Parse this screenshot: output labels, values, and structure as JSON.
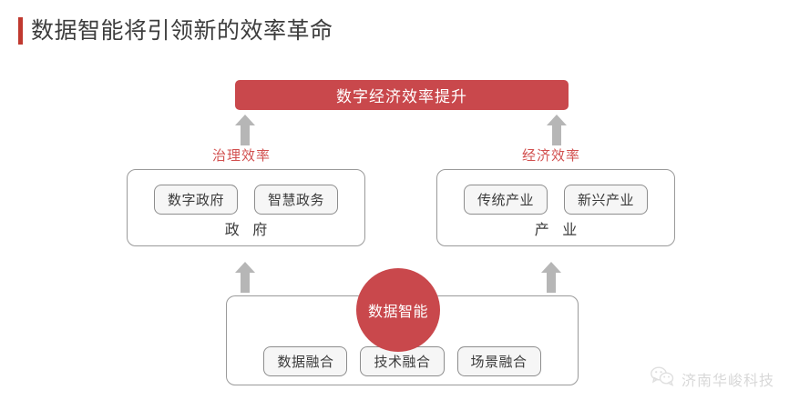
{
  "page": {
    "title": "数据智能将引领新的效率革命",
    "accent_color": "#c0392f"
  },
  "diagram": {
    "type": "hierarchy-flow",
    "banner": {
      "label": "数字经济效率提升",
      "color": "#c9484c",
      "text_color": "#ffffff"
    },
    "connector_labels": {
      "left": "治理效率",
      "right": "经济效率",
      "color": "#d2504f"
    },
    "groups": [
      {
        "id": "government",
        "caption": "政 府",
        "items": [
          "数字政府",
          "智慧政务"
        ]
      },
      {
        "id": "industry",
        "caption": "产 业",
        "items": [
          "传统产业",
          "新兴产业"
        ]
      },
      {
        "id": "foundation",
        "caption": "",
        "items": [
          "数据融合",
          "技术融合",
          "场景融合"
        ]
      }
    ],
    "core": {
      "label": "数据智能",
      "color": "#c9484c",
      "text_color": "#ffffff"
    },
    "arrows": {
      "icon": "arrow-up-icon",
      "color": "#b6b6b6",
      "count": 4,
      "direction": "up"
    }
  },
  "watermark": {
    "icon": "wechat-icon",
    "text": "济南华峻科技",
    "color": "#b9b9b9"
  }
}
